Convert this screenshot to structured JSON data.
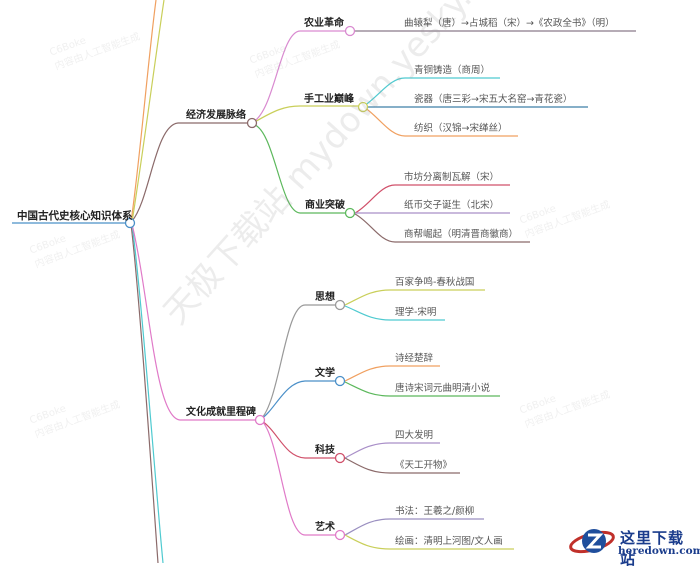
{
  "root": {
    "label": "中国古代史核心知识体系",
    "color": "#4a90c8"
  },
  "branches": [
    {
      "label": "经济发展脉络",
      "color": "#8b6a6a",
      "children": [
        {
          "label": "农业革命",
          "color": "#d98ad0",
          "leaves": [
            {
              "label": "曲辕犁（唐）→占城稻（宋）→《农政全书》（明）",
              "color": "#8a7a8a"
            }
          ]
        },
        {
          "label": "手工业巅峰",
          "color": "#c9cf5a",
          "leaves": [
            {
              "label": "青铜铸造（商周）",
              "color": "#4fcad0"
            },
            {
              "label": "瓷器（唐三彩→宋五大名窑→青花瓷）",
              "color": "#3f7fa8"
            },
            {
              "label": "纺织（汉锦→宋缂丝）",
              "color": "#f0a060"
            }
          ]
        },
        {
          "label": "商业突破",
          "color": "#5cb85c",
          "leaves": [
            {
              "label": "市坊分离制瓦解（宋）",
              "color": "#d0506a"
            },
            {
              "label": "纸币交子诞生（北宋）",
              "color": "#a98fc8"
            },
            {
              "label": "商帮崛起（明清晋商徽商）",
              "color": "#8b6a6a"
            }
          ]
        }
      ]
    },
    {
      "label": "文化成就里程碑",
      "color": "#e07ac8",
      "children": [
        {
          "label": "思想",
          "color": "#999999",
          "leaves": [
            {
              "label": "百家争鸣-春秋战国",
              "color": "#c9cf5a"
            },
            {
              "label": "理学-宋明",
              "color": "#4fcad0"
            }
          ]
        },
        {
          "label": "文学",
          "color": "#4a8fc8",
          "leaves": [
            {
              "label": "诗经楚辞",
              "color": "#f0a060"
            },
            {
              "label": "唐诗宋词元曲明清小说",
              "color": "#5cb85c"
            }
          ]
        },
        {
          "label": "科技",
          "color": "#d0506a",
          "leaves": [
            {
              "label": "四大发明",
              "color": "#a98fc8"
            },
            {
              "label": "《天工开物》",
              "color": "#8b6a6a"
            }
          ]
        },
        {
          "label": "艺术",
          "color": "#e07ac8",
          "leaves": [
            {
              "label": "书法：王羲之/颜柳",
              "color": "#9a8fc0"
            },
            {
              "label": "绘画：清明上河图/文人画",
              "color": "#c9cf5a"
            }
          ]
        }
      ]
    }
  ],
  "offscreen_branch_colors": [
    "#f0a060",
    "#c9cf5a",
    "#8b6a6a",
    "#4fcad0"
  ],
  "watermarks": {
    "diagonal": "天极下载站 mydown.yesky.com",
    "small_line1": "C6Boke",
    "small_line2": "内容由人工智能生成"
  },
  "logo": {
    "cn": "这里下载站",
    "en": "heredown.com"
  }
}
